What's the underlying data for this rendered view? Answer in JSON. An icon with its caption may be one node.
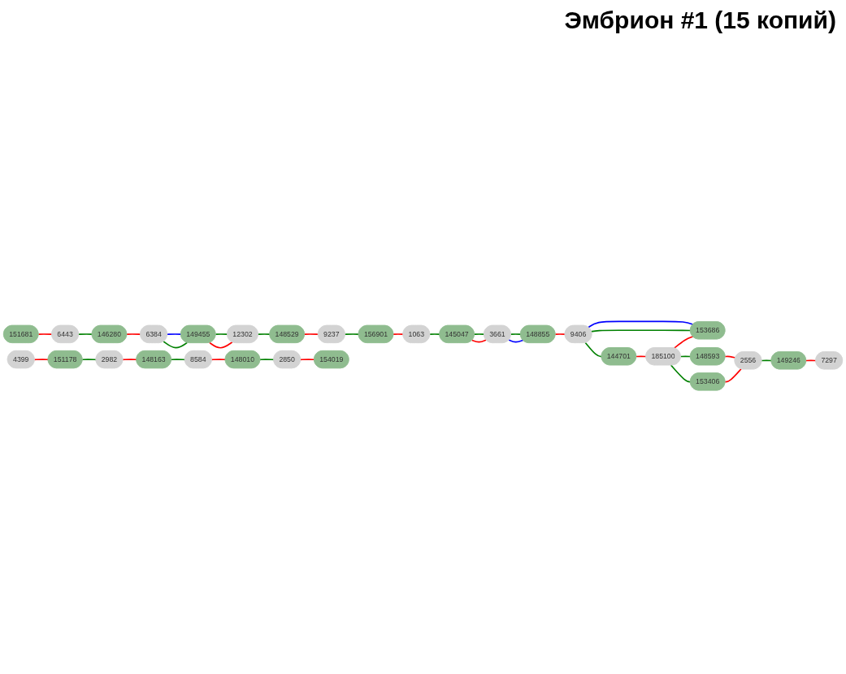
{
  "diagram": {
    "title": "Эмбрион #1 (15 копий)",
    "nodes": [
      {
        "text": [
          "151681"
        ]
      },
      {
        "text": [
          "6443"
        ]
      },
      {
        "text": [
          "146280"
        ]
      },
      {
        "text": [
          "6384"
        ]
      },
      {
        "text": [
          "149455"
        ]
      },
      {
        "text": [
          "12302"
        ]
      },
      {
        "text": [
          "148529"
        ]
      },
      {
        "text": [
          "9237"
        ]
      },
      {
        "text": [
          "156901"
        ]
      },
      {
        "text": [
          "1063"
        ]
      },
      {
        "text": [
          "145047"
        ]
      },
      {
        "text": [
          "3661"
        ]
      },
      {
        "text": [
          "148855"
        ]
      },
      {
        "text": [
          "9406"
        ]
      },
      {
        "text": [
          "144701"
        ]
      },
      {
        "text": [
          "153686"
        ]
      },
      {
        "text": [
          "185100"
        ]
      },
      {
        "text": [
          "148593"
        ]
      },
      {
        "text": [
          "153406"
        ]
      },
      {
        "text": [
          "2556"
        ]
      },
      {
        "text": [
          "149246"
        ]
      },
      {
        "text": [
          "7297"
        ]
      },
      {
        "text": [
          "4399"
        ]
      },
      {
        "text": [
          "151178"
        ]
      },
      {
        "text": [
          "2982"
        ]
      },
      {
        "text": [
          "148163"
        ]
      },
      {
        "text": [
          "8584"
        ]
      },
      {
        "text": [
          "148010"
        ]
      },
      {
        "text": [
          "2850"
        ]
      },
      {
        "text": [
          "154019"
        ]
      }
    ],
    "edges": [
      {
        "from": 0,
        "to": 1,
        "arrow": "none",
        "color": "#ff0000"
      },
      {
        "from": 1,
        "to": 2,
        "arrow": "none",
        "color": "#008000"
      },
      {
        "from": 2,
        "to": 3,
        "arrow": "none",
        "color": "#ff0000"
      },
      {
        "from": 3,
        "to": 4,
        "arrow": "none",
        "color": "#0000ff"
      },
      {
        "from": 3,
        "to": 4,
        "arrow": "none",
        "color": "#008000"
      },
      {
        "from": 4,
        "to": 5,
        "arrow": "none",
        "color": "#008000"
      },
      {
        "from": 4,
        "to": 5,
        "arrow": "none",
        "color": "#ff0000"
      },
      {
        "from": 5,
        "to": 6,
        "arrow": "none",
        "color": "#008000"
      },
      {
        "from": 6,
        "to": 7,
        "arrow": "none",
        "color": "#ff0000"
      },
      {
        "from": 7,
        "to": 8,
        "arrow": "none",
        "color": "#008000"
      },
      {
        "from": 8,
        "to": 9,
        "arrow": "none",
        "color": "#ff0000"
      },
      {
        "from": 9,
        "to": 10,
        "arrow": "none",
        "color": "#008000"
      },
      {
        "from": 10,
        "to": 11,
        "arrow": "none",
        "color": "#008000"
      },
      {
        "from": 10,
        "to": 11,
        "arrow": "none",
        "color": "#ff0000"
      },
      {
        "from": 11,
        "to": 12,
        "arrow": "none",
        "color": "#008000"
      },
      {
        "from": 11,
        "to": 12,
        "arrow": "none",
        "color": "#0000ff"
      },
      {
        "from": 12,
        "to": 13,
        "arrow": "none",
        "color": "#ff0000"
      },
      {
        "from": 13,
        "to": 14,
        "arrow": "none",
        "color": "#008000"
      },
      {
        "from": 13,
        "to": 15,
        "arrow": "none",
        "color": "#0000ff"
      },
      {
        "from": 13,
        "to": 15,
        "arrow": "none",
        "color": "#008000"
      },
      {
        "from": 14,
        "to": 16,
        "arrow": "none",
        "color": "#ff0000"
      },
      {
        "from": 16,
        "to": 15,
        "arrow": "none",
        "color": "#ff0000"
      },
      {
        "from": 16,
        "to": 17,
        "arrow": "none",
        "color": "#008000"
      },
      {
        "from": 16,
        "to": 18,
        "arrow": "none",
        "color": "#008000"
      },
      {
        "from": 17,
        "to": 19,
        "arrow": "none",
        "color": "#ff0000"
      },
      {
        "from": 18,
        "to": 19,
        "arrow": "none",
        "color": "#ff0000"
      },
      {
        "from": 19,
        "to": 20,
        "arrow": "none",
        "color": "#008000"
      },
      {
        "from": 20,
        "to": 21,
        "arrow": "none",
        "color": "#ff0000"
      },
      {
        "from": 22,
        "to": 23,
        "arrow": "none",
        "color": "#ff0000"
      },
      {
        "from": 23,
        "to": 24,
        "arrow": "none",
        "color": "#008000"
      },
      {
        "from": 24,
        "to": 25,
        "arrow": "none",
        "color": "#ff0000"
      },
      {
        "from": 25,
        "to": 26,
        "arrow": "none",
        "color": "#008000"
      },
      {
        "from": 26,
        "to": 27,
        "arrow": "none",
        "color": "#ff0000"
      },
      {
        "from": 27,
        "to": 28,
        "arrow": "none",
        "color": "#008000"
      },
      {
        "from": 28,
        "to": 29,
        "arrow": "none",
        "color": "#ff0000"
      }
    ]
  }
}
